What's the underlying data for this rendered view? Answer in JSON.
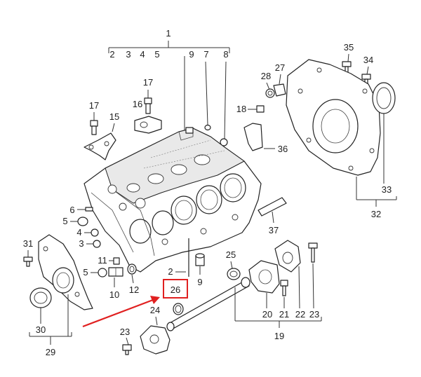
{
  "diagram": {
    "callouts": {
      "c1": "1",
      "c2": "2",
      "c3": "3",
      "c4": "4",
      "c5": "5",
      "c9": "9",
      "c7": "7",
      "c8": "8",
      "c17a": "17",
      "c17b": "17",
      "c16": "16",
      "c15": "15",
      "c18": "18",
      "c28": "28",
      "c27": "27",
      "c35": "35",
      "c34": "34",
      "c36": "36",
      "c33": "33",
      "c32": "32",
      "c37": "37",
      "c6": "6",
      "c5b": "5",
      "c4b": "4",
      "c3b": "3",
      "c31": "31",
      "c11": "11",
      "c5c": "5",
      "c10": "10",
      "c12": "12",
      "c2b": "2",
      "c9b": "9",
      "c26": "26",
      "c25": "25",
      "c20": "20",
      "c21": "21",
      "c22": "22",
      "c23a": "23",
      "c19": "19",
      "c24": "24",
      "c23b": "23",
      "c30": "30",
      "c29": "29"
    },
    "highlight_color": "#e02020",
    "line_color": "#333333"
  }
}
